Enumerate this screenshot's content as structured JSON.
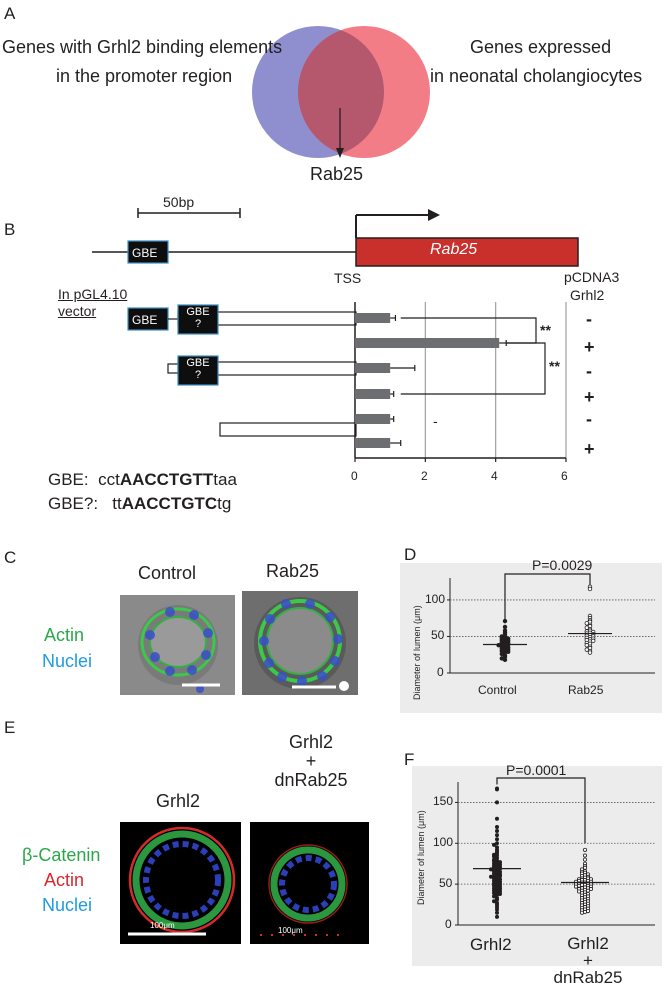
{
  "panelA": {
    "letter": "A",
    "left_label_line1": "Genes with Grhl2 binding elements",
    "left_label_line2": "in the promoter region",
    "right_label_line1": "Genes expressed",
    "right_label_line2": "in neonatal cholangiocytes",
    "overlap_label": "Rab25",
    "colors": {
      "left_circle": "#8f8fcf",
      "right_circle": "#f27d86",
      "overlap": "#b5586e"
    }
  },
  "panelB": {
    "letter": "B",
    "scale_label": "50bp",
    "gbe_box": "GBE",
    "gbe_q_line1": "GBE",
    "gbe_q_line2": "?",
    "gene_label": "Rab25",
    "tss_label": "TSS",
    "vector_label_line1": "In pGL4.10",
    "vector_label_line2": "vector",
    "pcdna_line1": "pCDNA3",
    "pcdna_line2": "Grhl2",
    "signs": [
      "-",
      "+",
      "-",
      "+",
      "-",
      "+"
    ],
    "sig1": "**",
    "sig2": "**",
    "ns": "-",
    "gbe_seq_label": "GBE:",
    "gbe_seq_pre": "cct",
    "gbe_seq_bold": "AACCTGTT",
    "gbe_seq_post": "taa",
    "gbeq_seq_label": "GBE?:",
    "gbeq_seq_pre": "tt",
    "gbeq_seq_bold": "AACCTGTC",
    "gbeq_seq_post": "tg",
    "chart_data": {
      "type": "bar",
      "orientation": "horizontal",
      "categories": [
        "GBE+GBE? -",
        "GBE+GBE? +",
        "GBE? -",
        "GBE? +",
        "none -",
        "none +"
      ],
      "values": [
        1.0,
        4.1,
        1.0,
        1.0,
        1.0,
        1.0
      ],
      "errors": [
        0.15,
        0.2,
        0.7,
        0.1,
        0.1,
        0.3
      ],
      "xlim": [
        0,
        6
      ],
      "xticks": [
        "0",
        "2",
        "4",
        "6"
      ],
      "bar_color": "#6d6e71"
    },
    "colors": {
      "gene_box": "#c9302c"
    }
  },
  "panelC": {
    "letter": "C",
    "control_label": "Control",
    "rab25_label": "Rab25",
    "actin_label": "Actin",
    "nuclei_label": "Nuclei"
  },
  "panelD": {
    "letter": "D",
    "p_label": "P=0.0029",
    "ylabel": "Diameter of lumen (μm)",
    "chart_data": {
      "type": "scatter",
      "categories": [
        "Control",
        "Rab25"
      ],
      "ylim": [
        0,
        130
      ],
      "yticks": [
        "0",
        "50",
        "100"
      ],
      "series": [
        {
          "values": [
            71,
            63,
            58,
            55,
            52,
            50,
            49,
            48,
            47,
            46,
            45,
            44,
            43,
            42,
            41,
            40,
            40,
            39,
            38,
            37,
            36,
            35,
            34,
            33,
            32,
            31,
            30,
            29,
            28,
            26,
            24,
            22,
            20,
            18
          ]
        },
        {
          "values": [
            118,
            115,
            78,
            75,
            72,
            70,
            68,
            66,
            64,
            62,
            60,
            58,
            57,
            56,
            55,
            54,
            53,
            52,
            51,
            50,
            49,
            48,
            47,
            46,
            45,
            44,
            43,
            41,
            40,
            38,
            36,
            34,
            32,
            30,
            28
          ]
        }
      ],
      "means": [
        39,
        54
      ]
    }
  },
  "panelE": {
    "letter": "E",
    "grhl2_label": "Grhl2",
    "combo_line1": "Grhl2",
    "combo_plus": "+",
    "combo_line2": "dnRab25",
    "catenin_label": "β-Catenin",
    "actin_label": "Actin",
    "nuclei_label": "Nuclei",
    "scale1": "100μm",
    "scale2": "100μm"
  },
  "panelF": {
    "letter": "F",
    "p_label": "P=0.0001",
    "ylabel": "Diameter of lumen (μm)",
    "chart_data": {
      "type": "scatter",
      "categories": [
        "Grhl2",
        "Grhl2 + dnRab25"
      ],
      "ylim": [
        0,
        175
      ],
      "yticks": [
        "0",
        "50",
        "100",
        "150"
      ],
      "series": [
        {
          "values": [
            167,
            166,
            150,
            130,
            120,
            115,
            110,
            105,
            100,
            98,
            95,
            92,
            90,
            88,
            86,
            85,
            84,
            82,
            80,
            79,
            78,
            77,
            76,
            75,
            74,
            73,
            72,
            71,
            70,
            70,
            69,
            68,
            67,
            66,
            65,
            64,
            63,
            62,
            61,
            60,
            60,
            59,
            58,
            57,
            56,
            55,
            54,
            53,
            52,
            51,
            50,
            49,
            48,
            47,
            46,
            45,
            44,
            43,
            42,
            41,
            40,
            39,
            38,
            37,
            35,
            33,
            31,
            29,
            27,
            25,
            22,
            19,
            15,
            10
          ]
        },
        {
          "values": [
            92,
            85,
            80,
            75,
            72,
            70,
            68,
            66,
            65,
            64,
            63,
            62,
            61,
            60,
            59,
            58,
            57,
            57,
            56,
            56,
            55,
            55,
            54,
            54,
            53,
            53,
            52,
            52,
            51,
            51,
            50,
            50,
            49,
            49,
            48,
            48,
            47,
            47,
            46,
            45,
            45,
            44,
            44,
            43,
            42,
            42,
            41,
            40,
            39,
            38,
            37,
            36,
            35,
            34,
            33,
            32,
            31,
            30,
            29,
            28,
            27,
            26,
            25,
            24,
            23,
            22,
            21,
            20,
            19,
            18,
            17,
            16,
            15
          ]
        }
      ],
      "means": [
        69,
        52
      ]
    },
    "xlabel1": "Grhl2",
    "xlabel2_line1": "Grhl2",
    "xlabel2_plus": "+",
    "xlabel2_line2": "dnRab25"
  }
}
